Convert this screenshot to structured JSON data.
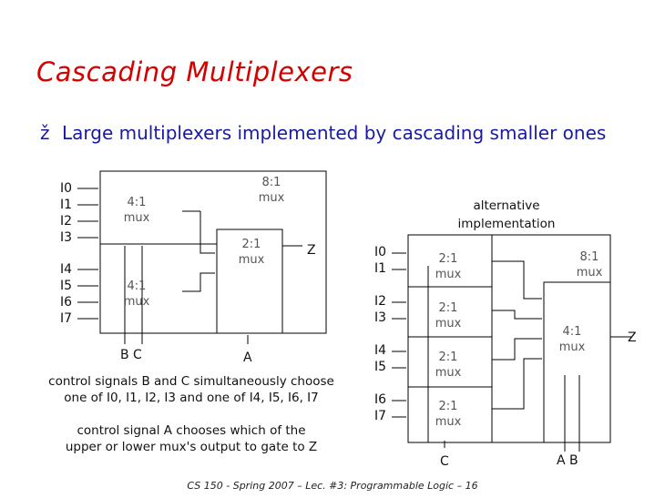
{
  "slide": {
    "title": "Cascading Multiplexers",
    "bullet": "Large multiplexers implemented by cascading smaller ones",
    "footer": "CS 150 - Spring 2007 – Lec. #3: Programmable Logic – 16"
  },
  "left_diagram": {
    "upper_inputs": [
      "I0",
      "I1",
      "I2",
      "I3"
    ],
    "lower_inputs": [
      "I4",
      "I5",
      "I6",
      "I7"
    ],
    "upper_mux": "4:1\nmux",
    "lower_mux": "4:1\nmux",
    "outer_label": "8:1\nmux",
    "final_mux": "2:1\nmux",
    "output": "Z",
    "select_bc": "B C",
    "select_a": "A",
    "note_bc": "control signals B and C simultaneously choose\none of I0, I1, I2, I3 and one of I4, I5, I6, I7",
    "note_a": "control signal A chooses which of the\nupper or lower mux's output to gate to Z"
  },
  "right_diagram": {
    "caption": "alternative\nimplementation",
    "pairs": [
      "I0\nI1",
      "I2\nI3",
      "I4\nI5",
      "I6\nI7"
    ],
    "small_mux": "2:1\nmux",
    "outer_label": "8:1\nmux",
    "final_mux": "4:1\nmux",
    "output": "Z",
    "select_c": "C",
    "select_ab": "A B"
  }
}
